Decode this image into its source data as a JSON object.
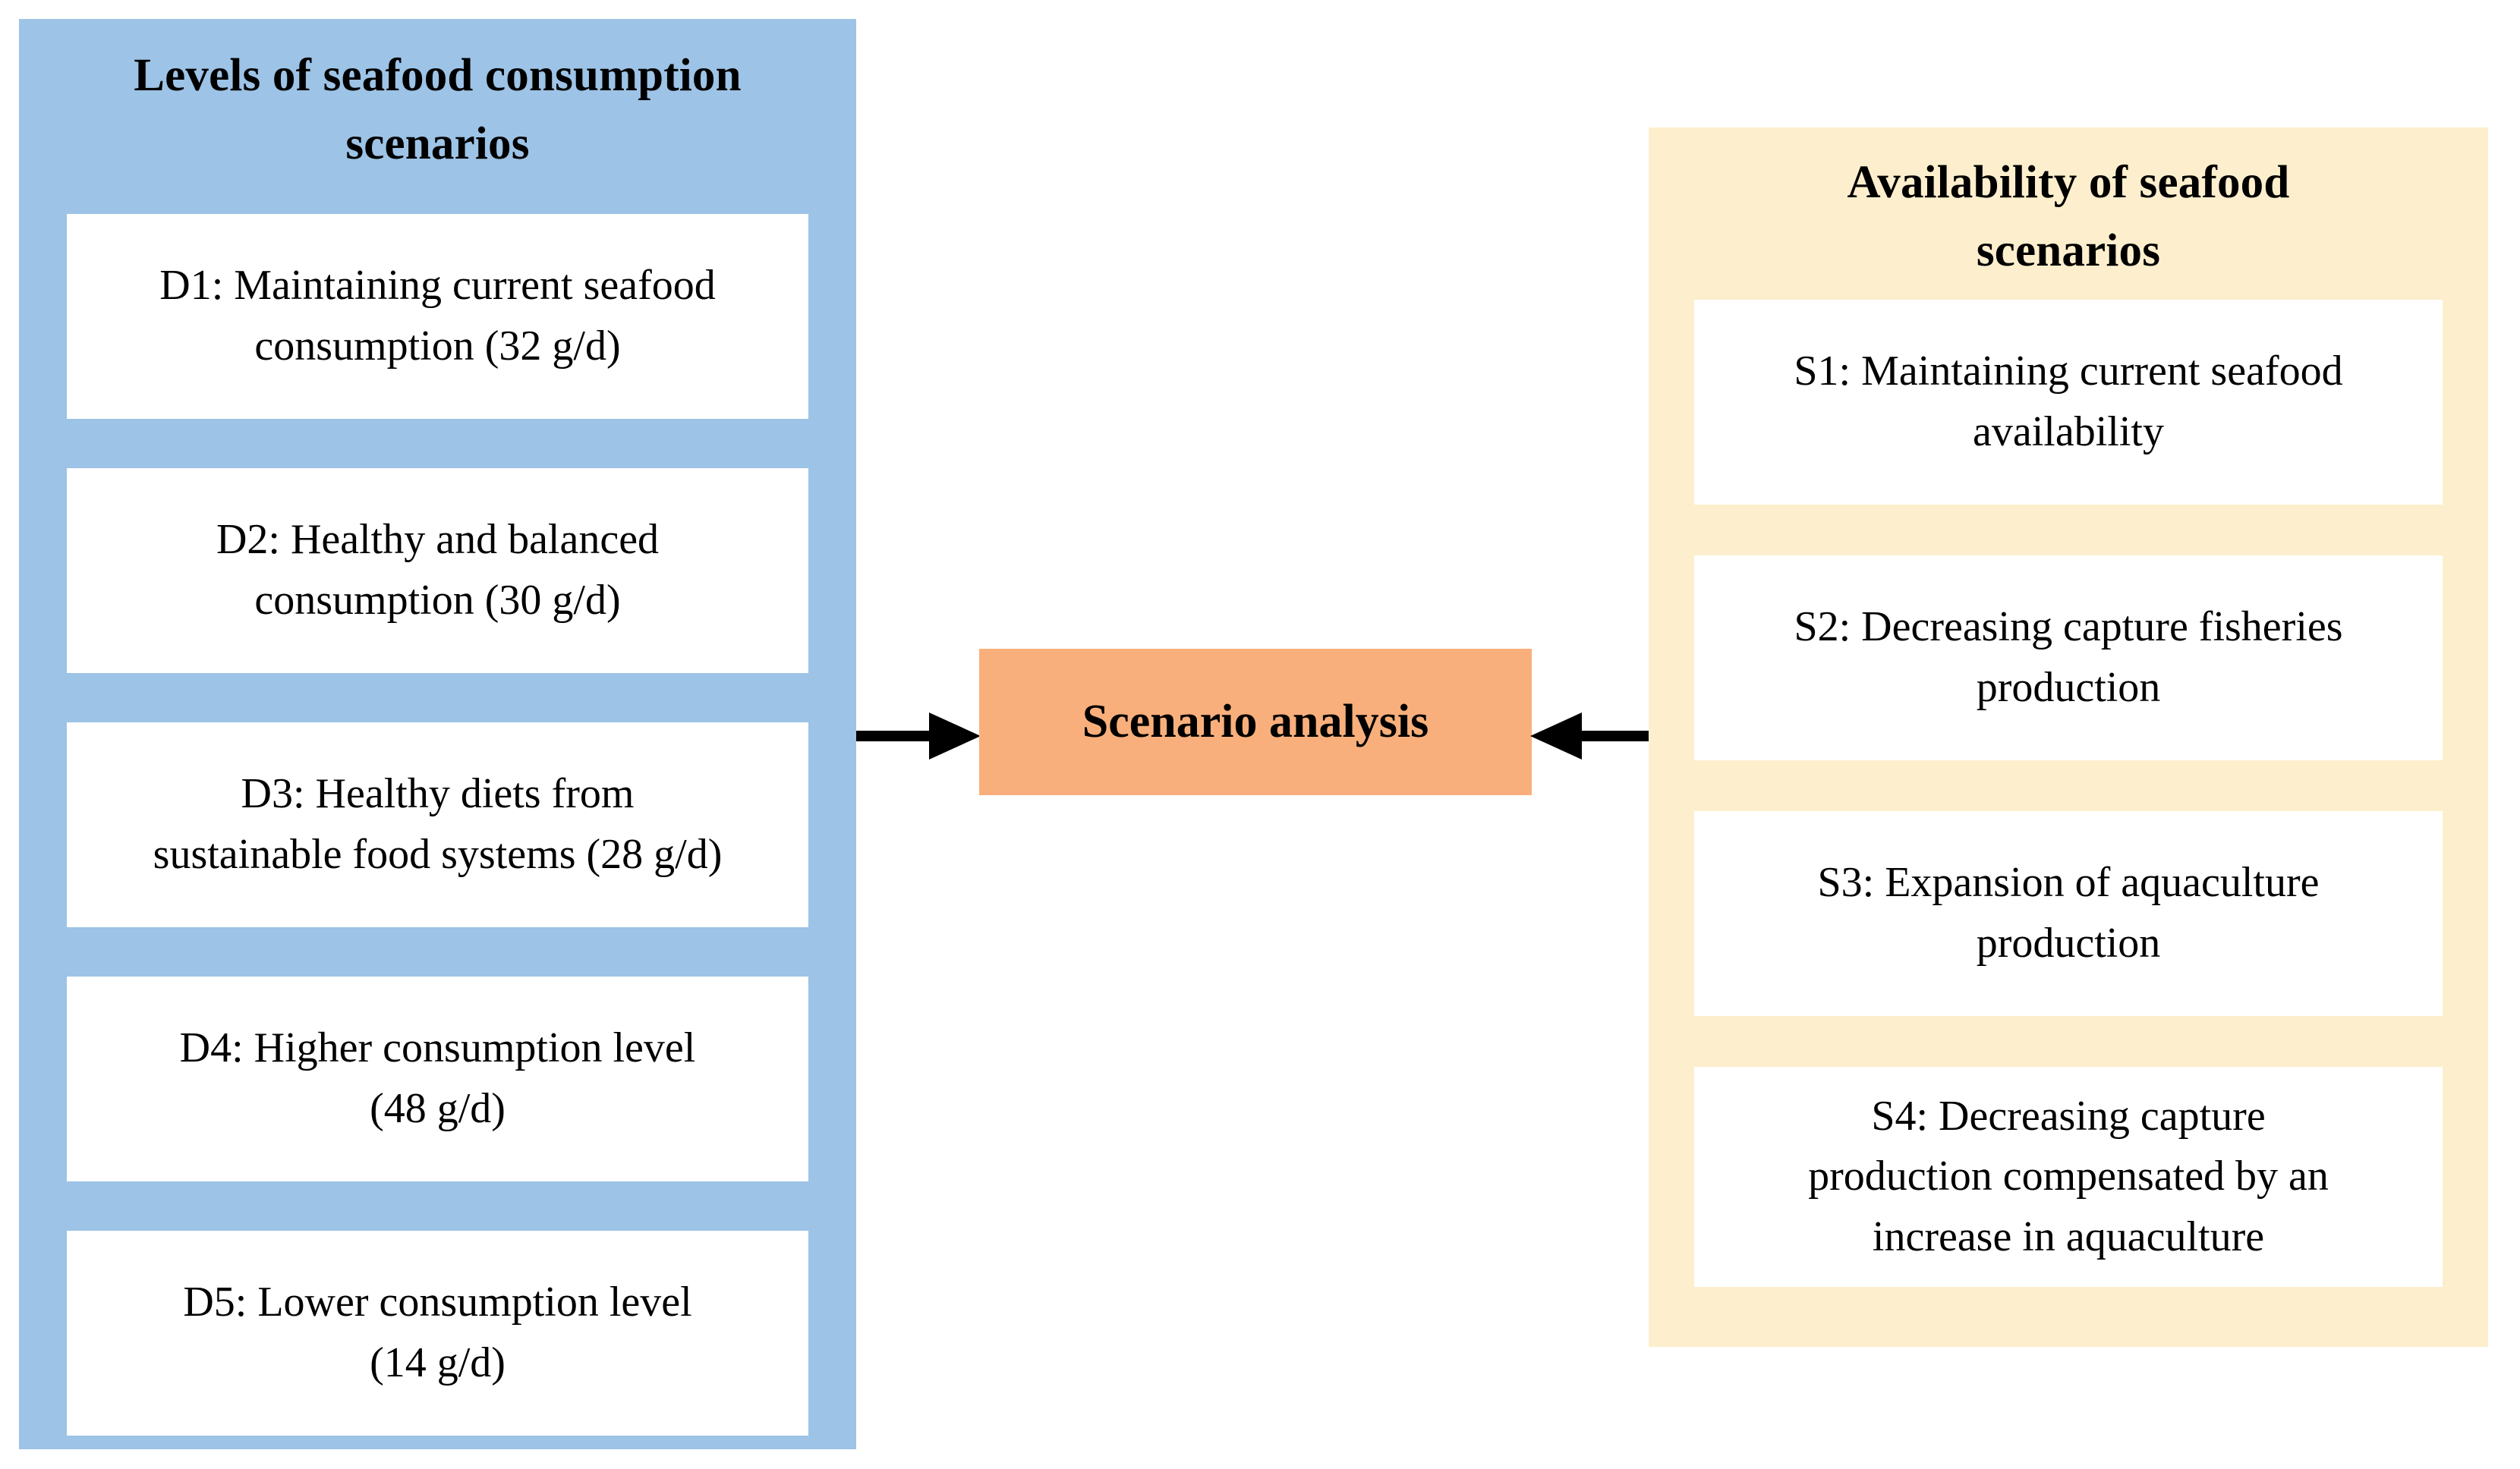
{
  "diagram": {
    "left_panel": {
      "title": "Levels of seafood consumption scenarios",
      "bg_color": "#9DC3E6",
      "items": [
        {
          "id": "D1",
          "text": "D1: Maintaining current seafood\nconsumption (32 g/d)"
        },
        {
          "id": "D2",
          "text": "D2: Healthy and balanced\nconsumption (30 g/d)"
        },
        {
          "id": "D3",
          "text": "D3: Healthy diets from\nsustainable food systems (28 g/d)"
        },
        {
          "id": "D4",
          "text": "D4: Higher consumption level\n(48 g/d)"
        },
        {
          "id": "D5",
          "text": "D5: Lower consumption level\n(14 g/d)"
        }
      ]
    },
    "center": {
      "label": "Scenario analysis",
      "bg_color": "#F9AF7B"
    },
    "right_panel": {
      "title": "Availability of seafood scenarios",
      "bg_color": "#FDEFCD",
      "items": [
        {
          "id": "S1",
          "text": "S1: Maintaining current seafood\navailability"
        },
        {
          "id": "S2",
          "text": "S2: Decreasing capture fisheries\nproduction"
        },
        {
          "id": "S3",
          "text": "S3: Expansion of aquaculture\nproduction"
        },
        {
          "id": "S4",
          "text": "S4: Decreasing capture\nproduction compensated by an\nincrease in aquaculture"
        }
      ]
    },
    "connectors": [
      {
        "name": "arrow-left-to-center",
        "direction": "right"
      },
      {
        "name": "arrow-right-to-center",
        "direction": "left"
      }
    ]
  }
}
